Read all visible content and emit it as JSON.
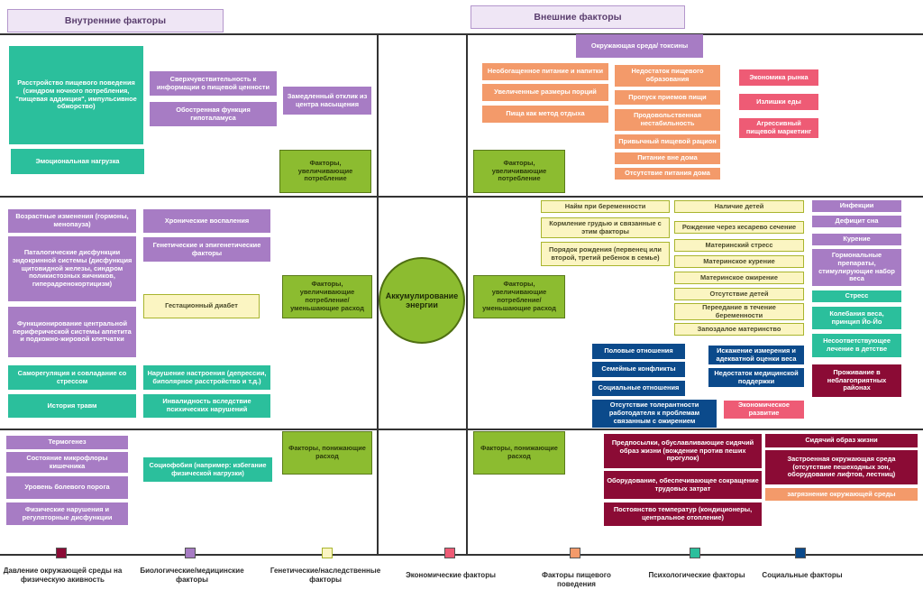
{
  "headers": {
    "internal": "Внутренние факторы",
    "external": "Внешние факторы"
  },
  "center": "Аккумулирование энергии",
  "hubs": {
    "inc_int": "Факторы, увеличивающие потребление",
    "inc_ext": "Факторы, увеличивающие потребление",
    "mid_int": "Факторы, увеличивающие потребление/ уменьшающие расход",
    "mid_ext": "Факторы, увеличивающие потребление/ уменьшающие расход",
    "dec_int": "Факторы, понижающие расход",
    "dec_ext": "Факторы, понижающие расход"
  },
  "int_top": {
    "eating_disorder": "Расстройство пищевого поведения (синдром ночного потребления, \"пищевая аддикция\", импульсивное обжорство)",
    "emotional_load": "Эмоциональная нагрузка",
    "hypersensitivity": "Сверхчувствительность к информации о пищевой ценности",
    "smell": "Обостренная функция гипоталамуса",
    "satiety": "Замедленный отклик из центра насыщения"
  },
  "int_mid": {
    "age": "Возрастные изменения (гормоны, менопауза)",
    "endocrine": "Паталогические дисфункции эндокринной системы (дисфункция щитовидной железы, синдром поликистозных яичников, гиперадренокортицизм)",
    "central": "Функционирование центральной периферической системы аппетита и подкожно-жировой клетчатки",
    "chronic": "Хронические воспаления",
    "genetic": "Генетические и эпигенетические факторы",
    "gestational": "Гестационный диабет",
    "selfreg": "Саморегуляция и совладание со стрессом",
    "mood": "Нарушение настроения (депрессии, биполярное расстройство и т.д.)",
    "trauma": "История травм",
    "disability": "Инвалидность вследствие психических нарушений"
  },
  "int_bot": {
    "thermo": "Термогенез",
    "microflora": "Состояние микрофлоры кишечника",
    "pain": "Уровень болевого порога",
    "physical": "Физические нарушения и регуляторные дисфункции",
    "sociophobia": "Социофобия (например: избегание физической нагрузки)"
  },
  "ext_top": {
    "env_toxins": "Окружающая среда/ токсины",
    "poor_food": "Необогащенное питание и напитки",
    "portions": "Увеличенные размеры порций",
    "reward": "Пища как метод отдыха",
    "lack_edu": "Недостаток пищевого образования",
    "skip_meals": "Пропуск приемов пищи",
    "food_insecurity": "Продовольственная нестабильность",
    "habitual": "Привычный пищевой рацион",
    "eat_out": "Питание вне дома",
    "no_home": "Отсутствие питания дома",
    "market": "Экономика рынка",
    "surplus": "Излишки еды",
    "marketing": "Агрессивный пищевой маркетинг"
  },
  "ext_mid": {
    "pregnancy_weight": "Найм при беременности",
    "breastfeeding": "Кормление грудью и связанные с этим факторы",
    "birth_order": "Порядок рождения (первенец или второй, третий ребенок в семье)",
    "children": "Наличие детей",
    "cesarean": "Рождение через кесарево сечение",
    "maternal_stress": "Материнский стресс",
    "maternal_smoking": "Материнское курение",
    "maternal_obesity": "Материнское ожирение",
    "no_children": "Отсутствие детей",
    "overeating_preg": "Переедание в течение беременности",
    "late_mother": "Запоздалое материнство",
    "infections": "Инфекции",
    "sleep": "Дефицит сна",
    "smoking": "Курение",
    "hormonal_drugs": "Гормональные препараты, стимулирующие набор веса",
    "stress": "Стресс",
    "yoyo": "Колебания веса, принцип Йо-Йо",
    "childhood": "Несоответствующее лечение в детстве",
    "sexual": "Половые отношения",
    "family": "Семейные конфликты",
    "social_rel": "Социальные отношения",
    "tolerance": "Отсутствие толерантности работодателя к проблемам связанным с ожирением",
    "distortion": "Искажение измерения и адекватной оценки веса",
    "medical": "Недостаток медицинской поддержки",
    "econ_dev": "Экономическое развитие",
    "disadvantaged": "Проживание в неблагоприятных районах"
  },
  "ext_bot": {
    "sedentary_pre": "Предпосылки, обуславливающие сидячий образ жизни (вождение против пеших прогулок)",
    "equipment": "Оборудование, обеспечивающее сокращение трудовых затрат",
    "temperature": "Постоянство температур (кондиционеры, центральное отопление)",
    "sedentary": "Сидячий образ жизни",
    "built_env": "Застроенная окружающая среда (отсутствие пешеходных зон, оборудование лифтов, лестниц)",
    "pollution": "загрязнение окружающей среды"
  },
  "legend": [
    {
      "label": "Давление окружающей среды на физическую акивность",
      "color": "#8b0b35"
    },
    {
      "label": "Биологические/медицинские факторы",
      "color": "#a77cc4"
    },
    {
      "label": "Генетические/наследственные факторы",
      "color": "#fbf5c2"
    },
    {
      "label": "Экономические факторы",
      "color": "#ee5b75"
    },
    {
      "label": "Факторы пищевого поведения",
      "color": "#f39a6a"
    },
    {
      "label": "Психологические факторы",
      "color": "#2bbf9c"
    },
    {
      "label": "Социальные факторы",
      "color": "#0b4a8b"
    }
  ]
}
